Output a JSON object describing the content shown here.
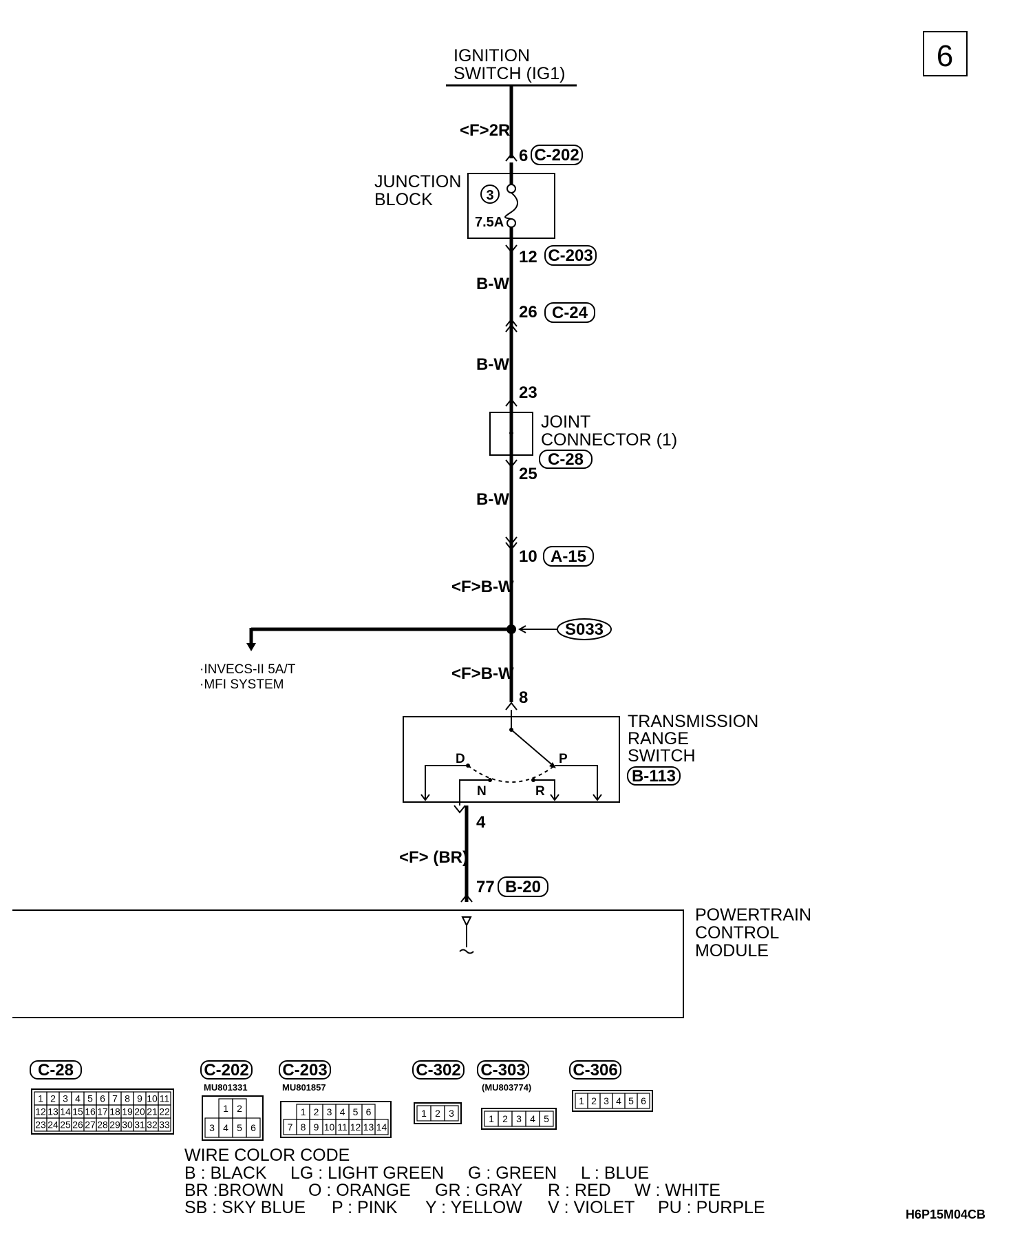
{
  "page_number": "6",
  "ignition": {
    "line1": "IGNITION",
    "line2": "SWITCH (IG1)"
  },
  "wires": {
    "top": "<F>2R",
    "bw1": "B-W",
    "bw2": "B-W",
    "bw3": "B-W",
    "fbw1": "<F>B-W",
    "fbw2": "<F>B-W",
    "fbr": "<F> (BR)"
  },
  "junction_block": {
    "line1": "JUNCTION",
    "line2": "BLOCK",
    "fuse_no": "3",
    "rating": "7.5A"
  },
  "joint_connector": {
    "line1": "JOINT",
    "line2": "CONNECTOR (1)"
  },
  "connectors": {
    "c202": {
      "pin": "6",
      "id": "C-202"
    },
    "c203": {
      "pin": "12",
      "id": "C-203"
    },
    "c24": {
      "pin": "26",
      "id": "C-24"
    },
    "c28_in": {
      "pin": "23"
    },
    "c28": {
      "pin": "25",
      "id": "C-28"
    },
    "a15": {
      "pin": "10",
      "id": "A-15"
    },
    "b113_in": {
      "pin": "8"
    },
    "b113_out": {
      "pin": "4"
    },
    "b20": {
      "pin": "77",
      "id": "B-20"
    }
  },
  "splice": {
    "id": "S033"
  },
  "branch": {
    "line1": "·INVECS-II 5A/T",
    "line2": "·MFI SYSTEM"
  },
  "trs": {
    "line1": "TRANSMISSION",
    "line2": "RANGE",
    "line3": "SWITCH",
    "id": "B-113",
    "positions": [
      "D",
      "P",
      "N",
      "R"
    ]
  },
  "pcm": {
    "line1": "POWERTRAIN",
    "line2": "CONTROL",
    "line3": "MODULE"
  },
  "connector_views": [
    {
      "id": "C-28",
      "rows": [
        [
          "1",
          "2",
          "3",
          "4",
          "5",
          "6",
          "7",
          "8",
          "9",
          "10",
          "11"
        ],
        [
          "12",
          "13",
          "14",
          "15",
          "16",
          "17",
          "18",
          "19",
          "20",
          "21",
          "22"
        ],
        [
          "23",
          "24",
          "25",
          "26",
          "27",
          "28",
          "29",
          "30",
          "31",
          "32",
          "33"
        ]
      ]
    },
    {
      "id": "C-202",
      "part": "MU801331",
      "rows": [
        [
          "1",
          "2"
        ],
        [
          "3",
          "4",
          "5",
          "6"
        ]
      ]
    },
    {
      "id": "C-203",
      "part": "MU801857",
      "rows": [
        [
          "1",
          "2",
          "3",
          "4",
          "5",
          "6"
        ],
        [
          "7",
          "8",
          "9",
          "10",
          "11",
          "12",
          "13",
          "14"
        ]
      ]
    },
    {
      "id": "C-302",
      "rows": [
        [
          "1",
          "2",
          "3"
        ]
      ]
    },
    {
      "id": "C-303",
      "part": "(MU803774)",
      "rows": [
        [
          "1",
          "2",
          "3",
          "4",
          "5"
        ]
      ]
    },
    {
      "id": "C-306",
      "rows": [
        [
          "1",
          "2",
          "3",
          "4",
          "5",
          "6"
        ]
      ]
    }
  ],
  "color_code": {
    "title": "WIRE COLOR CODE",
    "row1": [
      "B : BLACK",
      "LG : LIGHT GREEN",
      "G : GREEN",
      "L : BLUE"
    ],
    "row2": [
      "BR :BROWN",
      "O : ORANGE",
      "GR : GRAY",
      "R : RED",
      "W : WHITE"
    ],
    "row3": [
      "SB : SKY BLUE",
      "P : PINK",
      "Y : YELLOW",
      "V : VIOLET",
      "PU : PURPLE"
    ]
  },
  "figure_code": "H6P15M04CB"
}
